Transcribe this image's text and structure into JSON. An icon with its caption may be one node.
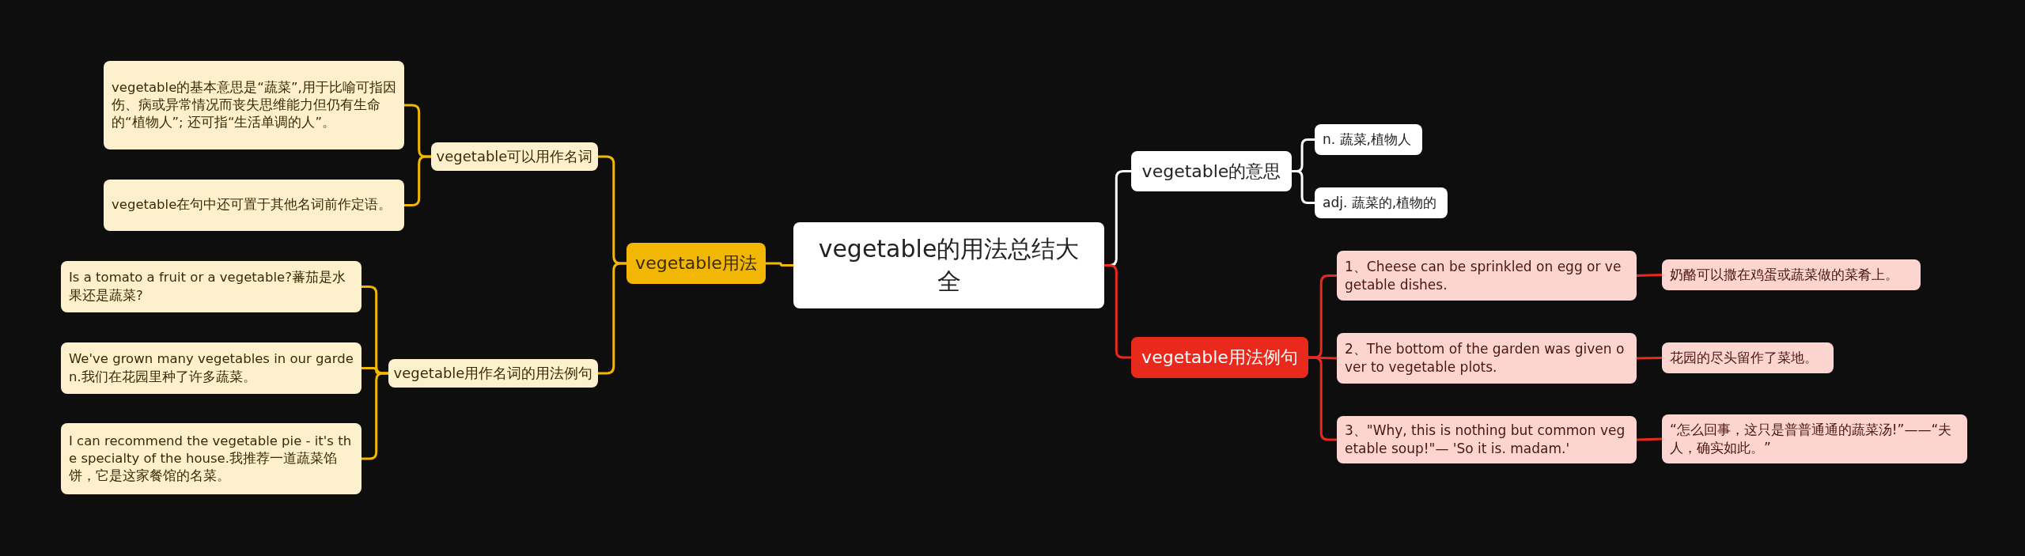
{
  "diagram": {
    "nodes": [
      {
        "text": [
          "vegetable的用法总结大全"
        ]
      },
      {
        "text": [
          "vegetable用法"
        ]
      },
      {
        "text": [
          "vegetable可以用作名词"
        ]
      },
      {
        "text": [
          "vegetable的基本意思是“蔬菜”,用于比喻可指因伤、病或异常情况而丧失思维能力但仍有生命的“植物人”; 还可指“生活单调的人”。"
        ]
      },
      {
        "text": [
          "vegetable在句中还可置于其他名词前作定语。"
        ]
      },
      {
        "text": [
          "vegetable用作名词的用法例句"
        ]
      },
      {
        "text": [
          "Is a tomato a fruit or a vegetable?蕃茄是水果还是蔬菜?"
        ]
      },
      {
        "text": [
          "We've grown many vegetables in our garden.我们在花园里种了许多蔬菜。"
        ]
      },
      {
        "text": [
          "I can recommend the vegetable pie - it's the specialty of the house.我推荐一道蔬菜馅饼，它是这家餐馆的名菜。"
        ]
      },
      {
        "text": [
          "vegetable的意思"
        ]
      },
      {
        "text": [
          "n. 蔬菜,植物人"
        ]
      },
      {
        "text": [
          "adj. 蔬菜的,植物的"
        ]
      },
      {
        "text": [
          "vegetable用法例句"
        ]
      },
      {
        "text": [
          "1、Cheese can be sprinkled on egg or vegetable dishes."
        ]
      },
      {
        "text": [
          "奶酪可以撒在鸡蛋或蔬菜做的菜肴上。"
        ]
      },
      {
        "text": [
          "2、The bottom of the garden was given over to vegetable plots."
        ]
      },
      {
        "text": [
          "花园的尽头留作了菜地。"
        ]
      },
      {
        "text": [
          "3、\"Why, this is nothing but common vegetable soup!\"— 'So it is. madam.'"
        ]
      },
      {
        "text": [
          "“怎么回事，这只是普普通通的蔬菜汤!”——“夫人，确实如此。”"
        ]
      }
    ],
    "edges": [
      {
        "from": 0,
        "to": 1,
        "arrow": "none"
      },
      {
        "from": 1,
        "to": 2,
        "arrow": "none"
      },
      {
        "from": 2,
        "to": 3,
        "arrow": "none"
      },
      {
        "from": 2,
        "to": 4,
        "arrow": "none"
      },
      {
        "from": 1,
        "to": 5,
        "arrow": "none"
      },
      {
        "from": 5,
        "to": 6,
        "arrow": "none"
      },
      {
        "from": 5,
        "to": 7,
        "arrow": "none"
      },
      {
        "from": 5,
        "to": 8,
        "arrow": "none"
      },
      {
        "from": 0,
        "to": 9,
        "arrow": "none",
        "color": "#ffffff"
      },
      {
        "from": 9,
        "to": 10,
        "arrow": "none",
        "color": "#ffffff"
      },
      {
        "from": 9,
        "to": 11,
        "arrow": "none",
        "color": "#ffffff"
      },
      {
        "from": 0,
        "to": 12,
        "arrow": "none",
        "color": "#e8291c"
      },
      {
        "from": 12,
        "to": 13,
        "arrow": "none",
        "color": "#e8291c"
      },
      {
        "from": 13,
        "to": 14,
        "arrow": "none",
        "color": "#e8291c"
      },
      {
        "from": 12,
        "to": 15,
        "arrow": "none",
        "color": "#e8291c"
      },
      {
        "from": 15,
        "to": 16,
        "arrow": "none",
        "color": "#e8291c"
      },
      {
        "from": 12,
        "to": 17,
        "arrow": "none",
        "color": "#e8291c"
      },
      {
        "from": 17,
        "to": 18,
        "arrow": "none",
        "color": "#e8291c"
      }
    ]
  }
}
